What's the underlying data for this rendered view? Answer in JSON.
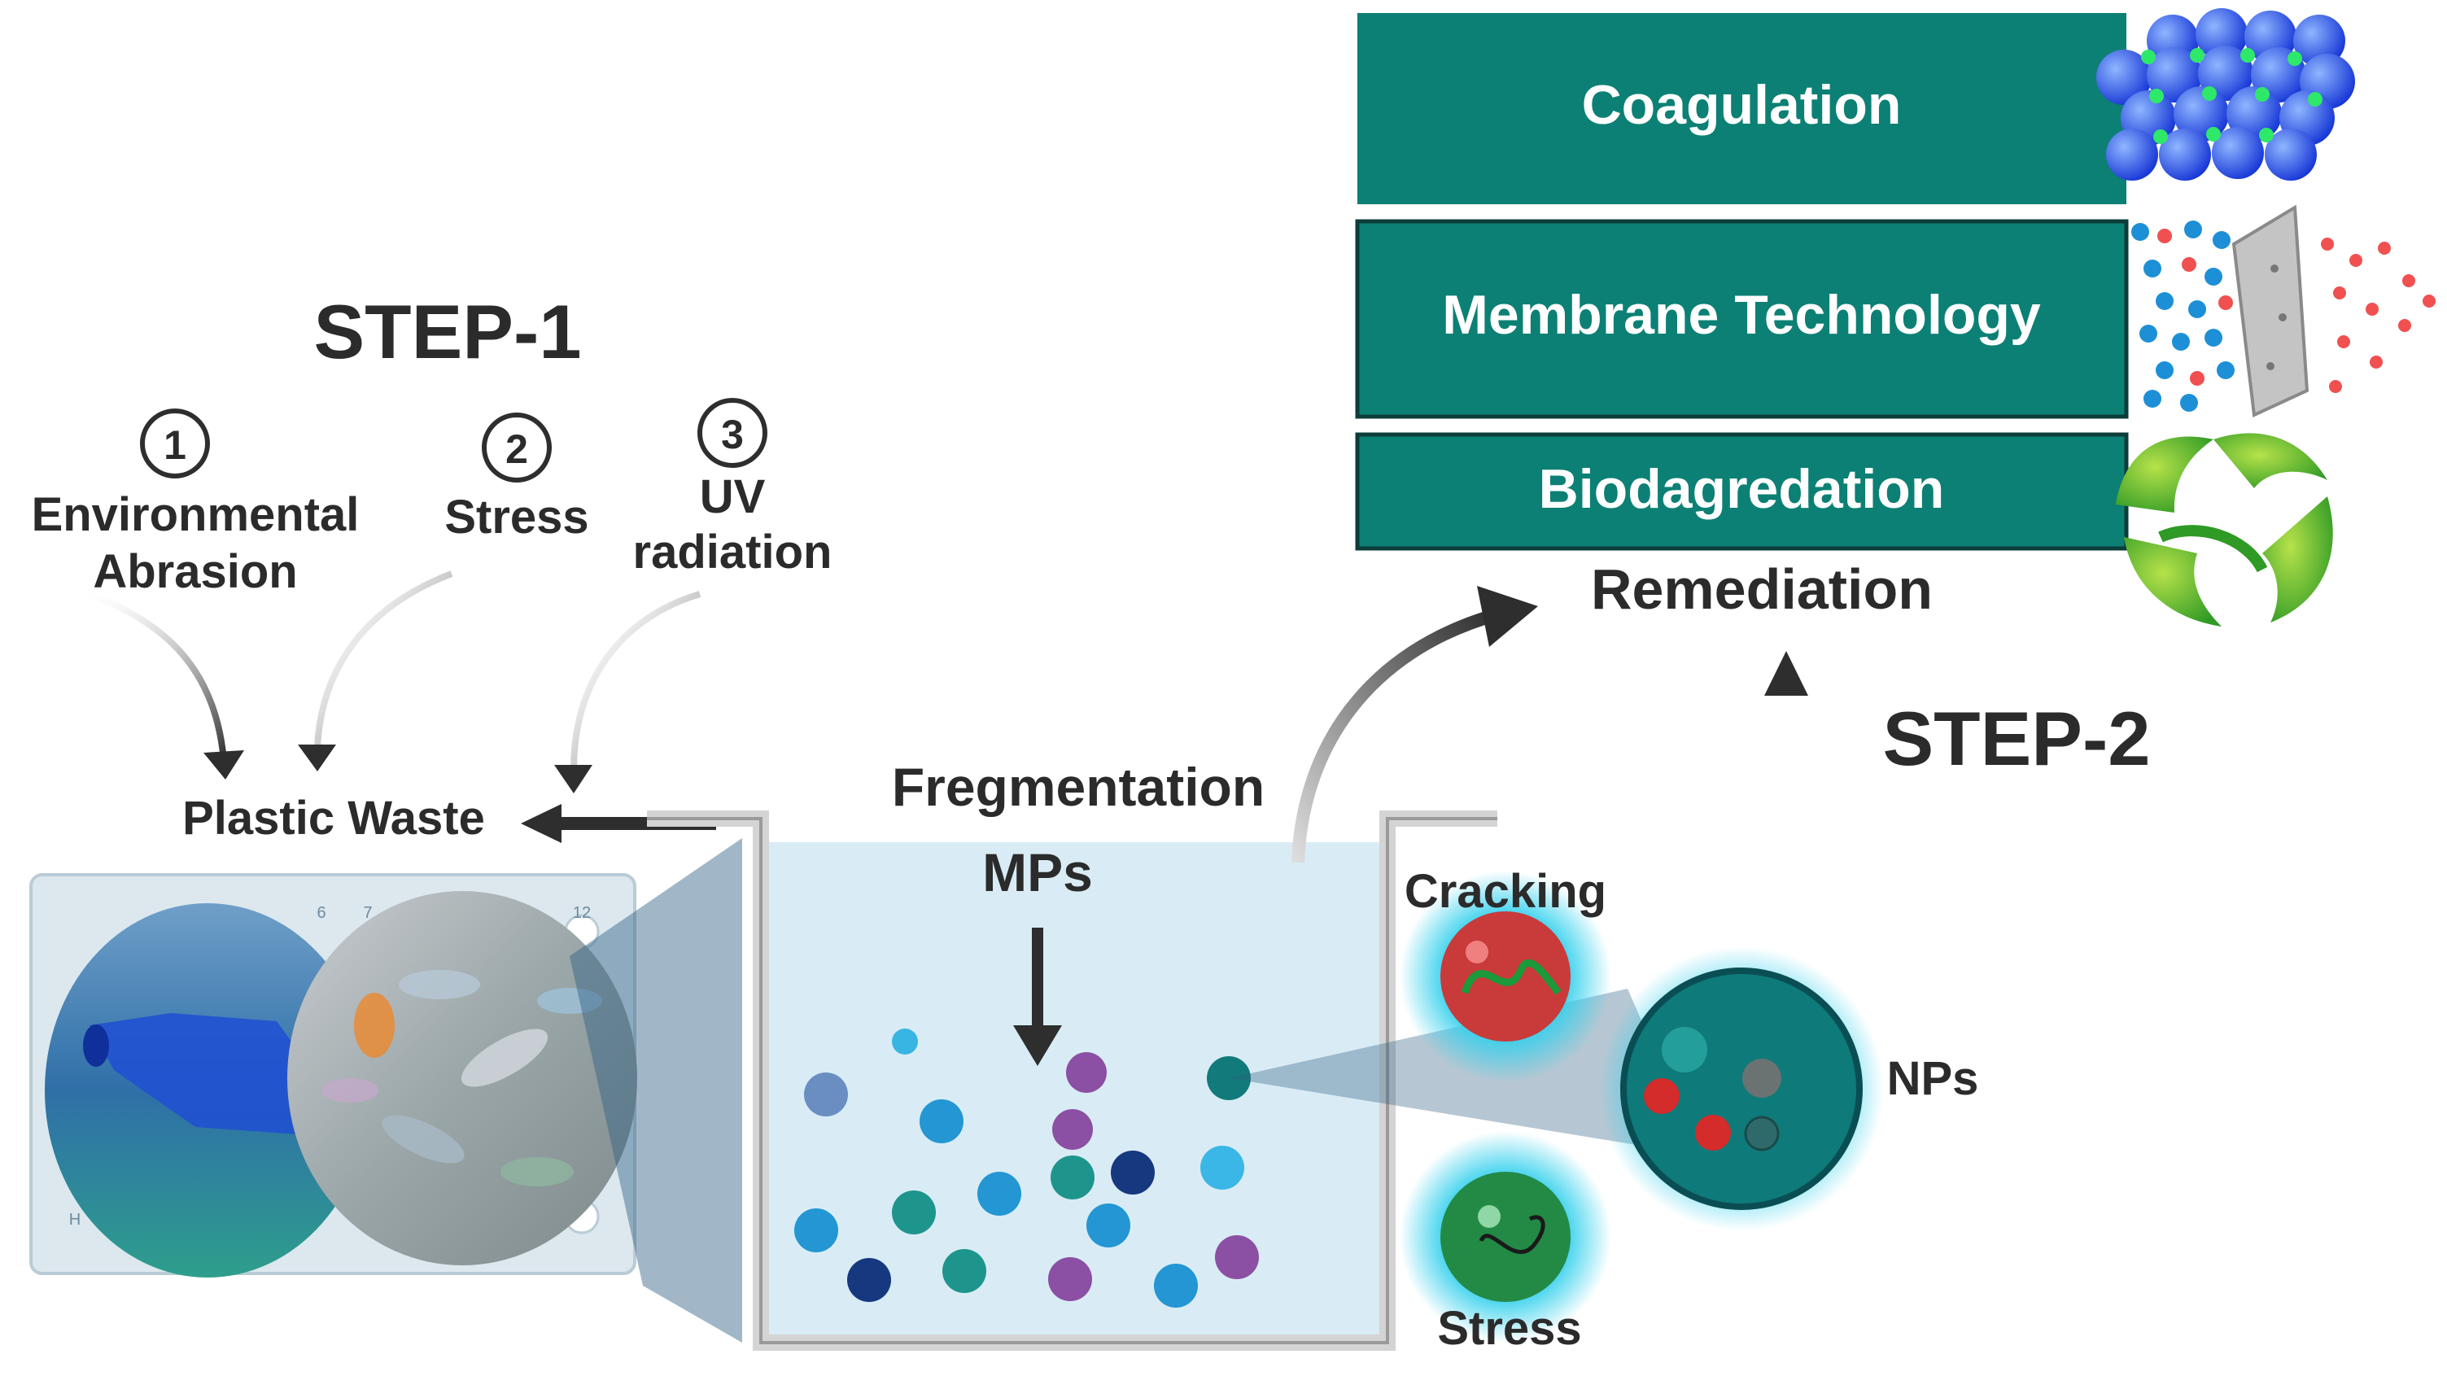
{
  "step1": {
    "title": "STEP-1",
    "factors": [
      {
        "num": "1",
        "label_lines": [
          "Environmental",
          "Abrasion"
        ]
      },
      {
        "num": "2",
        "label_lines": [
          "Stress"
        ]
      },
      {
        "num": "3",
        "label_lines": [
          "UV",
          "radiation"
        ]
      }
    ],
    "plastic_waste": "Plastic Waste",
    "plate_labels": {
      "col6": "6",
      "col7": "7",
      "col12": "12",
      "rowH": "H"
    }
  },
  "tank": {
    "fragmentation": "Fregmentation",
    "mps": "MPs"
  },
  "degradation": {
    "cracking": "Cracking",
    "stress": "Stress",
    "nps": "NPs"
  },
  "step2": {
    "title": "STEP-2",
    "remediation": "Remediation",
    "methods": [
      "Coagulation",
      "Membrane Technology",
      "Biodagredation"
    ]
  },
  "colors": {
    "teal": "#0c8074",
    "water": "#d9ecf5",
    "text": "#2b2b2b",
    "glow": "#33d0ec",
    "arrow": "#2e2e2e"
  },
  "icons": [
    "crystal-lattice-icon",
    "membrane-filtration-icon",
    "recycle-leaf-icon"
  ]
}
